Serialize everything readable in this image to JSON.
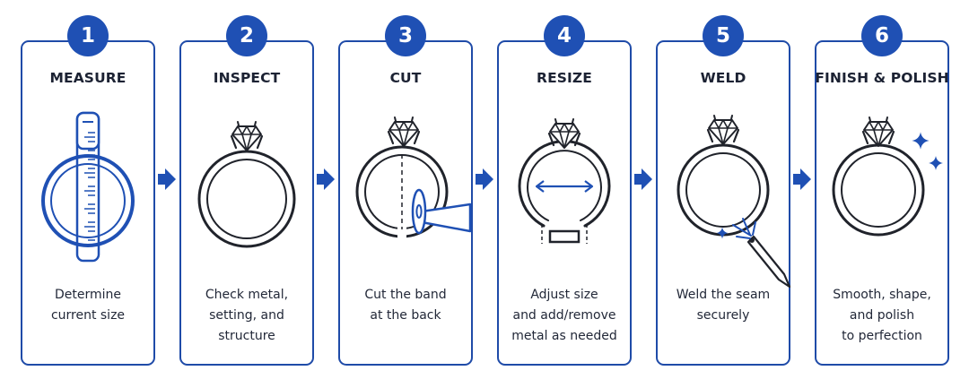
{
  "theme": {
    "accent": "#1f50b4",
    "card_border": "#1f4ba8",
    "ink": "#1c2233"
  },
  "steps": [
    {
      "number": "1",
      "title": "MEASURE",
      "icon": "ring-sizer-icon",
      "description": [
        "Determine",
        "current size"
      ]
    },
    {
      "number": "2",
      "title": "INSPECT",
      "icon": "diamond-ring-icon",
      "description": [
        "Check metal,",
        "setting, and",
        "structure"
      ]
    },
    {
      "number": "3",
      "title": "CUT",
      "icon": "ring-cutting-saw-icon",
      "description": [
        "Cut the band",
        "at the back"
      ]
    },
    {
      "number": "4",
      "title": "RESIZE",
      "icon": "ring-resize-icon",
      "description": [
        "Adjust size",
        "and add/remove",
        "metal as needed"
      ]
    },
    {
      "number": "5",
      "title": "WELD",
      "icon": "ring-welding-torch-icon",
      "description": [
        "Weld the seam",
        "securely"
      ]
    },
    {
      "number": "6",
      "title": "FINISH & POLISH",
      "icon": "sparkling-ring-icon",
      "description": [
        "Smooth, shape,",
        "and polish",
        "to perfection"
      ]
    }
  ],
  "connectors": [
    "arrow-right-icon",
    "arrow-right-icon",
    "arrow-right-icon",
    "arrow-right-icon",
    "arrow-right-icon"
  ]
}
